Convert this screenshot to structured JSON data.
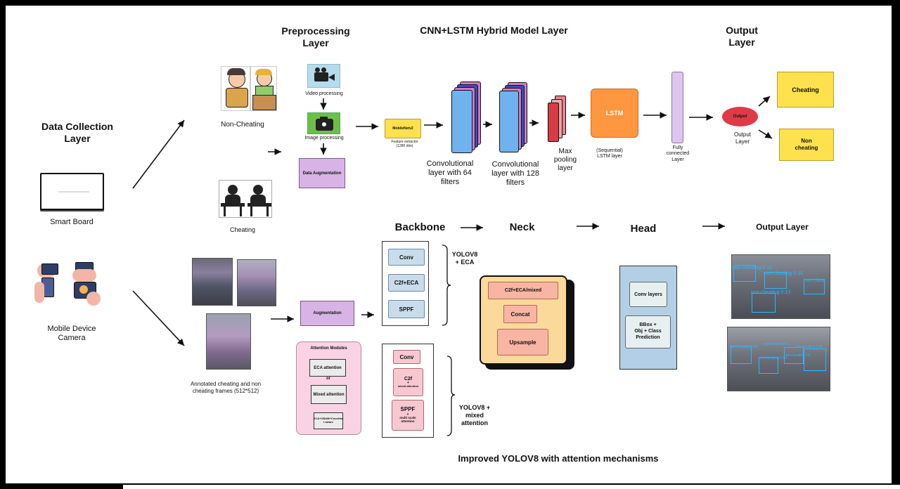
{
  "colors": {
    "purple_box": "#d7b3e6",
    "mobilenet": "#ffe14d",
    "conv_blue": "#6fb2ee",
    "maxpool_red": "#d63c44",
    "lstm_orange": "#ff9640",
    "fc_lavender": "#dcc6ee",
    "output_red": "#df3a47",
    "result_yellow": "#ffe14d",
    "yolo_blue": "#c8dceb",
    "yolo_pink": "#f7c8d2",
    "neck_orange": "#fbd99a",
    "neck_inner": "#f9b5a4",
    "head_blue": "#b3cfe6",
    "attention_pink": "#f9d3e3"
  },
  "icons": [
    "student-cartoon-icon",
    "teacher-cartoon-icon",
    "video-camera-icon",
    "photo-camera-icon",
    "exam-desks-icon",
    "smart-board-icon",
    "hands-with-devices-icon",
    "classroom-photo",
    "detection-result-photo"
  ],
  "data_collection": {
    "title_line1": "Data Collection",
    "title_line2": "Layer",
    "smart_board_label": "Smart Board",
    "mobile_label_line1": "Mobile Device",
    "mobile_label_line2": "Camera"
  },
  "preprocessing": {
    "title_line1": "Preprocessing",
    "title_line2": "Layer",
    "non_cheating_label": "Non-Cheating",
    "cheating_label": "Cheating",
    "video_processing": "Video processing",
    "image_processing": "Image processing",
    "data_augmentation": "Data Augmentation"
  },
  "cnn_lstm": {
    "title": "CNN+LSTM Hybrid Model Layer",
    "mobilenet": "MobileNetv2",
    "feature_extractor_line1": "Feature extractor",
    "feature_extractor_line2": "(1280 dim)",
    "conv64_line1": "Convolutional",
    "conv64_line2": "layer with 64",
    "conv64_line3": "filters",
    "conv128_line1": "Convolutional",
    "conv128_line2": "layer with 128",
    "conv128_line3": "filters",
    "maxpool_line1": "Max",
    "maxpool_line2": "pooling",
    "maxpool_line3": "layer",
    "lstm": "LSTM",
    "lstm_caption_line1": "(Sequential)",
    "lstm_caption_line2": "LSTM layer",
    "fc_line1": "Fully",
    "fc_line2": "connected",
    "fc_line3": "Layer"
  },
  "output": {
    "title_line1": "Output",
    "title_line2": "Layer",
    "node": "Output",
    "node_caption_line1": "Output",
    "node_caption_line2": "Layer",
    "cheating": "Cheating",
    "non_cheating_line1": "Non",
    "non_cheating_line2": "cheating"
  },
  "yolo": {
    "backbone": "Backbone",
    "neck": "Neck",
    "head": "Head",
    "output_layer": "Output Layer",
    "annotated_line1": "Annotated cheating and non",
    "annotated_line2": "cheating frames (512*512)",
    "augmentation": "Augmentation",
    "attention_modules": "Attention Modules",
    "eca_attention": "ECA attention",
    "or": "or",
    "mixed_attention": "Mixed attention",
    "combined_line1": "ECA+CBAM+Coordina",
    "combined_line2": "t aware",
    "bb1_conv": "Conv",
    "bb1_c2f": "C2f+ECA",
    "bb1_sppf": "SPPF",
    "bb1_label_line1": "YOLOV8",
    "bb1_label_line2": "+ ECA",
    "bb2_conv": "Conv",
    "bb2_c2f_line1": "C2f",
    "bb2_c2f_line2": "+",
    "bb2_c2f_line3": "mixed attention",
    "bb2_sppf_line1": "SPPF",
    "bb2_sppf_line2": "+",
    "bb2_sppf_line3": "multi scale",
    "bb2_sppf_line4": "attention",
    "bb2_label_line1": "YOLOV8 +",
    "bb2_label_line2": "mixed",
    "bb2_label_line3": "attention",
    "neck_c2f": "C2f+ECA/mixed",
    "neck_concat": "Concat",
    "neck_upsample": "Upsample",
    "head_conv": "Conv layers",
    "head_bbox_line1": "BBox +",
    "head_bbox_line2": "Obj + Class",
    "head_bbox_line3": "Prediction",
    "caption": "Improved YOLOV8 with attention mechanisms"
  },
  "detections": {
    "top": [
      "non-cheating 0.13",
      "non-cheating 0.16",
      "non-chea",
      "non-cheating 0.13"
    ],
    "bottom": [
      "non-cheating 0.50",
      "non-cheating 0.6",
      "non-cheating 0.36",
      "non-cheating 0.54",
      "non-cheating 0.6"
    ]
  }
}
